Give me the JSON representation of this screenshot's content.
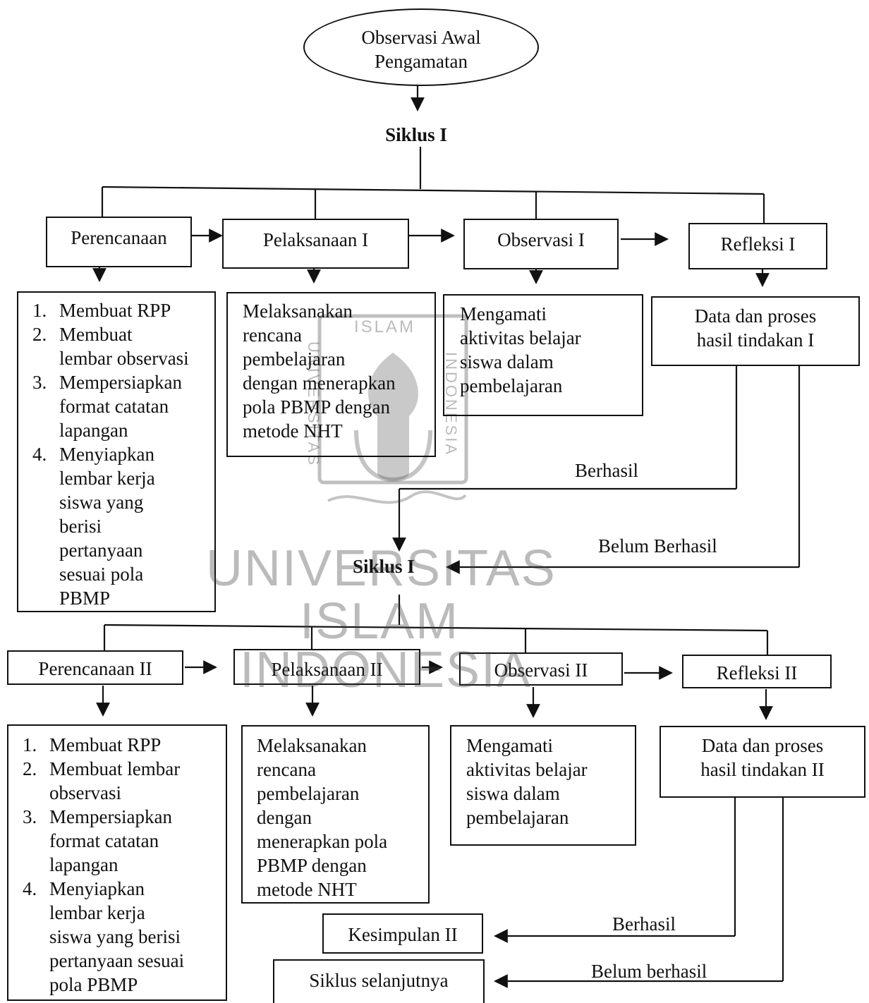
{
  "start": {
    "line1": "Observasi Awal",
    "line2": "Pengamatan"
  },
  "cycle1": {
    "title": "Siklus I",
    "stages": [
      "Perencanaan",
      "Pelaksanaan I",
      "Observasi I",
      "Refleksi I"
    ],
    "planning_steps": [
      {
        "num": "1.",
        "text": "Membuat RPP"
      },
      {
        "num": "2.",
        "text": "Membuat\nlembar observasi"
      },
      {
        "num": "3.",
        "text": "Mempersiapkan\nformat catatan\nlapangan"
      },
      {
        "num": "4.",
        "text": "Menyiapkan\nlembar kerja\nsiswa yang\nberisi\npertanyaan\nsesuai pola\nPBMP"
      }
    ],
    "implementation": "Melaksanakan\nrencana\npembelajaran\ndengan menerapkan\npola PBMP dengan\nmetode NHT",
    "observation": "Mengamati\naktivitas belajar\nsiswa dalam\npembelajaran",
    "reflection": "Data dan proses\nhasil tindakan I",
    "success_label": "Berhasil",
    "fail_label": "Belum Berhasil"
  },
  "cycle2": {
    "title": "Siklus I",
    "stages": [
      "Perencanaan II",
      "Pelaksanaan II",
      "Observasi II",
      "Refleksi II"
    ],
    "planning_steps": [
      {
        "num": "1.",
        "text": "Membuat RPP"
      },
      {
        "num": "2.",
        "text": "Membuat lembar\nobservasi"
      },
      {
        "num": "3.",
        "text": "Mempersiapkan\nformat catatan\nlapangan"
      },
      {
        "num": "4.",
        "text": "Menyiapkan\nlembar kerja\nsiswa yang berisi\npertanyaan sesuai\npola PBMP"
      }
    ],
    "implementation": "Melaksanakan\nrencana\npembelajaran\ndengan\nmenerapkan pola\nPBMP dengan\nmetode NHT",
    "observation": "Mengamati\naktivitas belajar\nsiswa dalam\npembelajaran",
    "reflection": "Data dan proses\nhasil tindakan II",
    "success_label": "Berhasil",
    "fail_label": "Belum berhasil",
    "conclusion": "Kesimpulan II",
    "next_cycle": "Siklus selanjutnya"
  },
  "watermark": {
    "logo_top": "ISLAM",
    "logo_left": "UNIVERSITAS",
    "logo_right": "INDONESIA",
    "line1": "UNIVERSITAS",
    "line2": "ISLAM",
    "line3": "INDONESIA"
  }
}
